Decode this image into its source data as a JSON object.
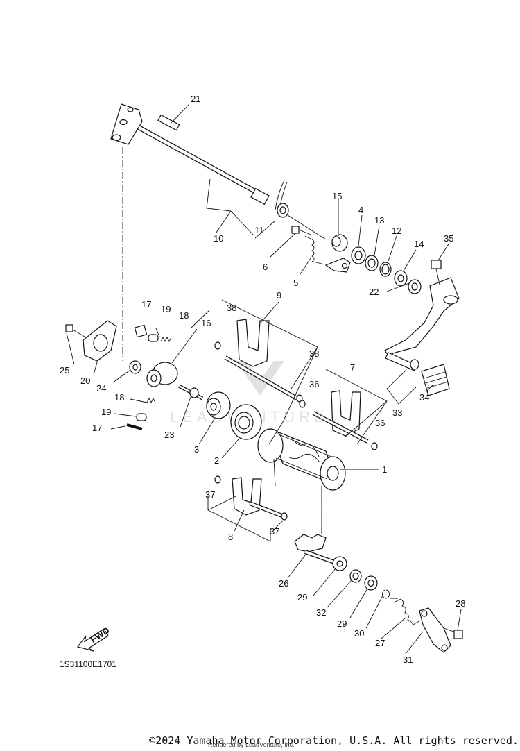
{
  "diagram": {
    "fwd_label": "FWD",
    "diagram_code": "1S31100E1701",
    "watermark": "LEADVENTURE",
    "copyright": "©2024 Yamaha Motor Corporation, U.S.A. All rights reserved.",
    "rendered_by": "Rendered by LeadVenture, Inc.",
    "callouts": [
      "1",
      "2",
      "3",
      "4",
      "5",
      "6",
      "7",
      "8",
      "9",
      "10",
      "11",
      "12",
      "13",
      "14",
      "15",
      "16",
      "17",
      "17",
      "18",
      "18",
      "19",
      "19",
      "20",
      "21",
      "22",
      "23",
      "24",
      "25",
      "26",
      "27",
      "28",
      "29",
      "29",
      "30",
      "31",
      "32",
      "33",
      "34",
      "35",
      "36",
      "36",
      "37",
      "37",
      "38",
      "38"
    ]
  }
}
